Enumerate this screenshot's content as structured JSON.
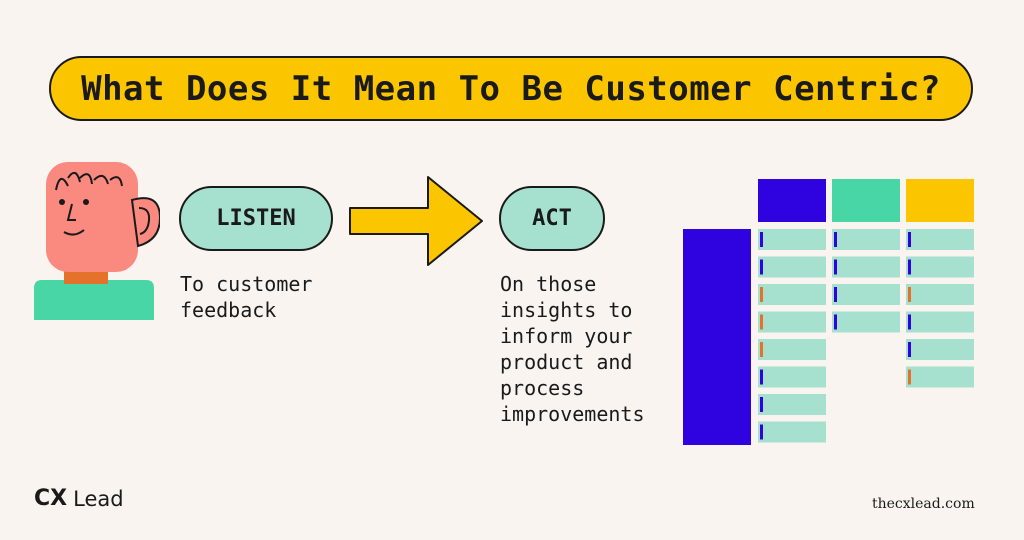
{
  "title": "What Does It Mean To Be Customer Centric?",
  "listen": {
    "label": "LISTEN",
    "description": "To customer\nfeedback"
  },
  "act": {
    "label": "ACT",
    "description": "On those\ninsights to\ninform your\nproduct and\nprocess\nimprovements"
  },
  "brand": {
    "logo": "CX",
    "name": "Lead"
  },
  "website": "thecxlead.com",
  "colors": {
    "background": "#f9f4ef",
    "yellow": "#fbc500",
    "mint": "#a6e0cf",
    "green": "#48d6a6",
    "blue": "#2e03e0",
    "orange": "#e5722b",
    "skin": "#fa8a80"
  },
  "icons": {
    "person": "person-listening-icon",
    "arrow": "right-arrow-icon",
    "grid": "feedback-grid-icon"
  }
}
